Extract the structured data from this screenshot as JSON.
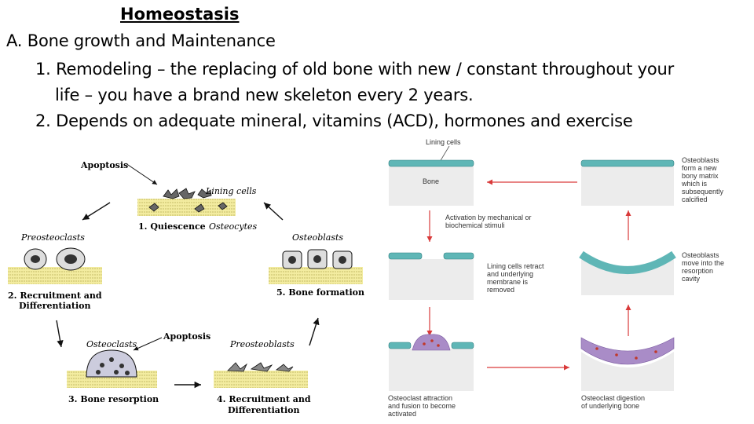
{
  "slide": {
    "title": "Homeostasis",
    "line1": "A. Bone growth and Maintenance",
    "line2": "1. Remodeling – the replacing of old bone with new / constant throughout your",
    "line3": "life – you have a brand new skeleton every 2 years.",
    "line4": "2. Depends on adequate mineral, vitamins (ACD), hormones and exercise"
  },
  "left_diagram": {
    "apoptosis_top": "Apoptosis",
    "lining_cells": "Lining cells",
    "stage1": "1. Quiescence",
    "osteocytes": "Osteocytes",
    "preosteoclasts": "Preosteoclasts",
    "osteoblasts": "Osteoblasts",
    "stage2_line1": "2. Recruitment and",
    "stage2_line2": "Differentiation",
    "stage5": "5. Bone formation",
    "osteoclasts": "Osteoclasts",
    "apoptosis_mid": "Apoptosis",
    "preosteoblasts": "Preosteoblasts",
    "stage3": "3. Bone resorption",
    "stage4_line1": "4. Recruitment and",
    "stage4_line2": "Differentiation"
  },
  "right_diagram": {
    "lining_cells": "Lining cells",
    "bone": "Bone",
    "activation_line1": "Activation by mechanical or",
    "activation_line2": "biochemical stimuli",
    "retract_line1": "Lining cells retract",
    "retract_line2": "and underlying",
    "retract_line3": "membrane is",
    "retract_line4": "removed",
    "attraction_line1": "Osteoclast attraction",
    "attraction_line2": "and fusion to become",
    "attraction_line3": "activated",
    "digestion_line1": "Osteoclast digestion",
    "digestion_line2": "of underlying bone",
    "move_line1": "Osteoblasts",
    "move_line2": "move into the",
    "move_line3": "resorption",
    "move_line4": "cavity",
    "matrix_line1": "Osteoblasts",
    "matrix_line2": "form a new",
    "matrix_line3": "bony matrix",
    "matrix_line4": "which is",
    "matrix_line5": "subsequently",
    "matrix_line6": "calcified"
  },
  "colors": {
    "bone_yellow": "#f3eca0",
    "cell_teal": "#5fb6b6",
    "osteoclast_purple": "#a98cc7",
    "arrow_red": "#d93a3a"
  }
}
